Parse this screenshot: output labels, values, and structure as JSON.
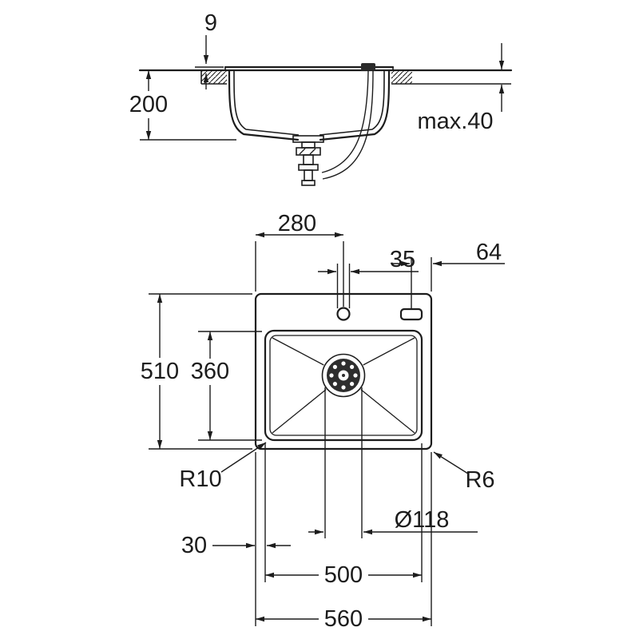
{
  "drawing": {
    "section": {
      "rim_height": "9",
      "depth": "200",
      "max_thickness": "max.40"
    },
    "plan": {
      "tap_offset": "280",
      "tap_hole": "35",
      "knob_offset": "64",
      "outer_depth": "510",
      "bowl_depth": "360",
      "bowl_radius": "R10",
      "corner_radius": "R6",
      "drain_diameter": "Ø118",
      "side_gap": "30",
      "bowl_width": "500",
      "outer_width": "560"
    }
  }
}
